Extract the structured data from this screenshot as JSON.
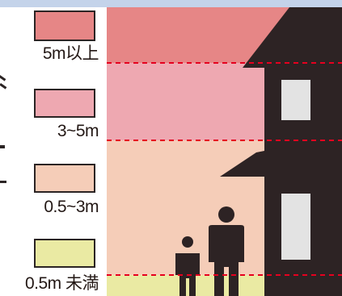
{
  "legend": [
    {
      "label": "5m以上",
      "color": "#e68686"
    },
    {
      "label": "3~5m",
      "color": "#eea8b1"
    },
    {
      "label": "0.5~3m",
      "color": "#f5cdb8"
    },
    {
      "label": "0.5m 未満",
      "color": "#eaeaa3"
    }
  ],
  "colors": {
    "house": "#2d2324",
    "window": "#e3e3e3",
    "threshold_line": "#e6001f",
    "header_strip": "#c4d3ea"
  }
}
